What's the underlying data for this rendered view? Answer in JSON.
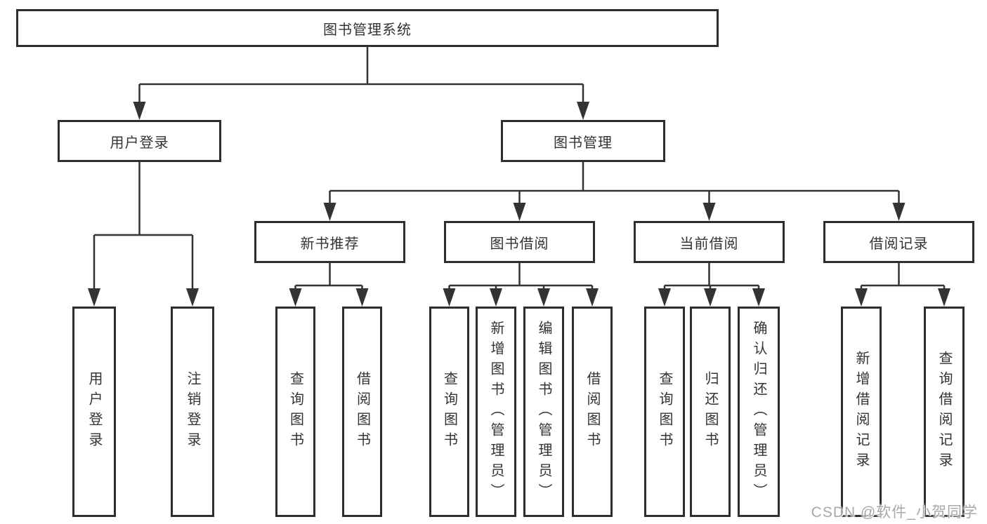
{
  "diagram": {
    "root": {
      "label": "图书管理系统"
    },
    "branches": {
      "user_login": {
        "label": "用户登录",
        "children": [
          "用户登录",
          "注销登录"
        ]
      },
      "book_mgmt": {
        "label": "图书管理",
        "children": {
          "new_books": {
            "label": "新书推荐",
            "children": [
              "查询图书",
              "借阅图书"
            ]
          },
          "borrowing": {
            "label": "图书借阅",
            "children": [
              "查询图书",
              "新增图书（管理员）",
              "编辑图书（管理员）",
              "借阅图书"
            ]
          },
          "current": {
            "label": "当前借阅",
            "children": [
              "查询图书",
              "归还图书",
              "确认归还（管理员）"
            ]
          },
          "records": {
            "label": "借阅记录",
            "children": [
              "新增借阅记录",
              "查询借阅记录"
            ]
          }
        }
      }
    }
  },
  "watermark": {
    "text": "CSDN @软件_小贺同学"
  },
  "colors": {
    "line": "#333333",
    "box_border": "#2e2e2e",
    "text": "#333333",
    "watermark": "#a8a8a8",
    "background": "#ffffff"
  }
}
